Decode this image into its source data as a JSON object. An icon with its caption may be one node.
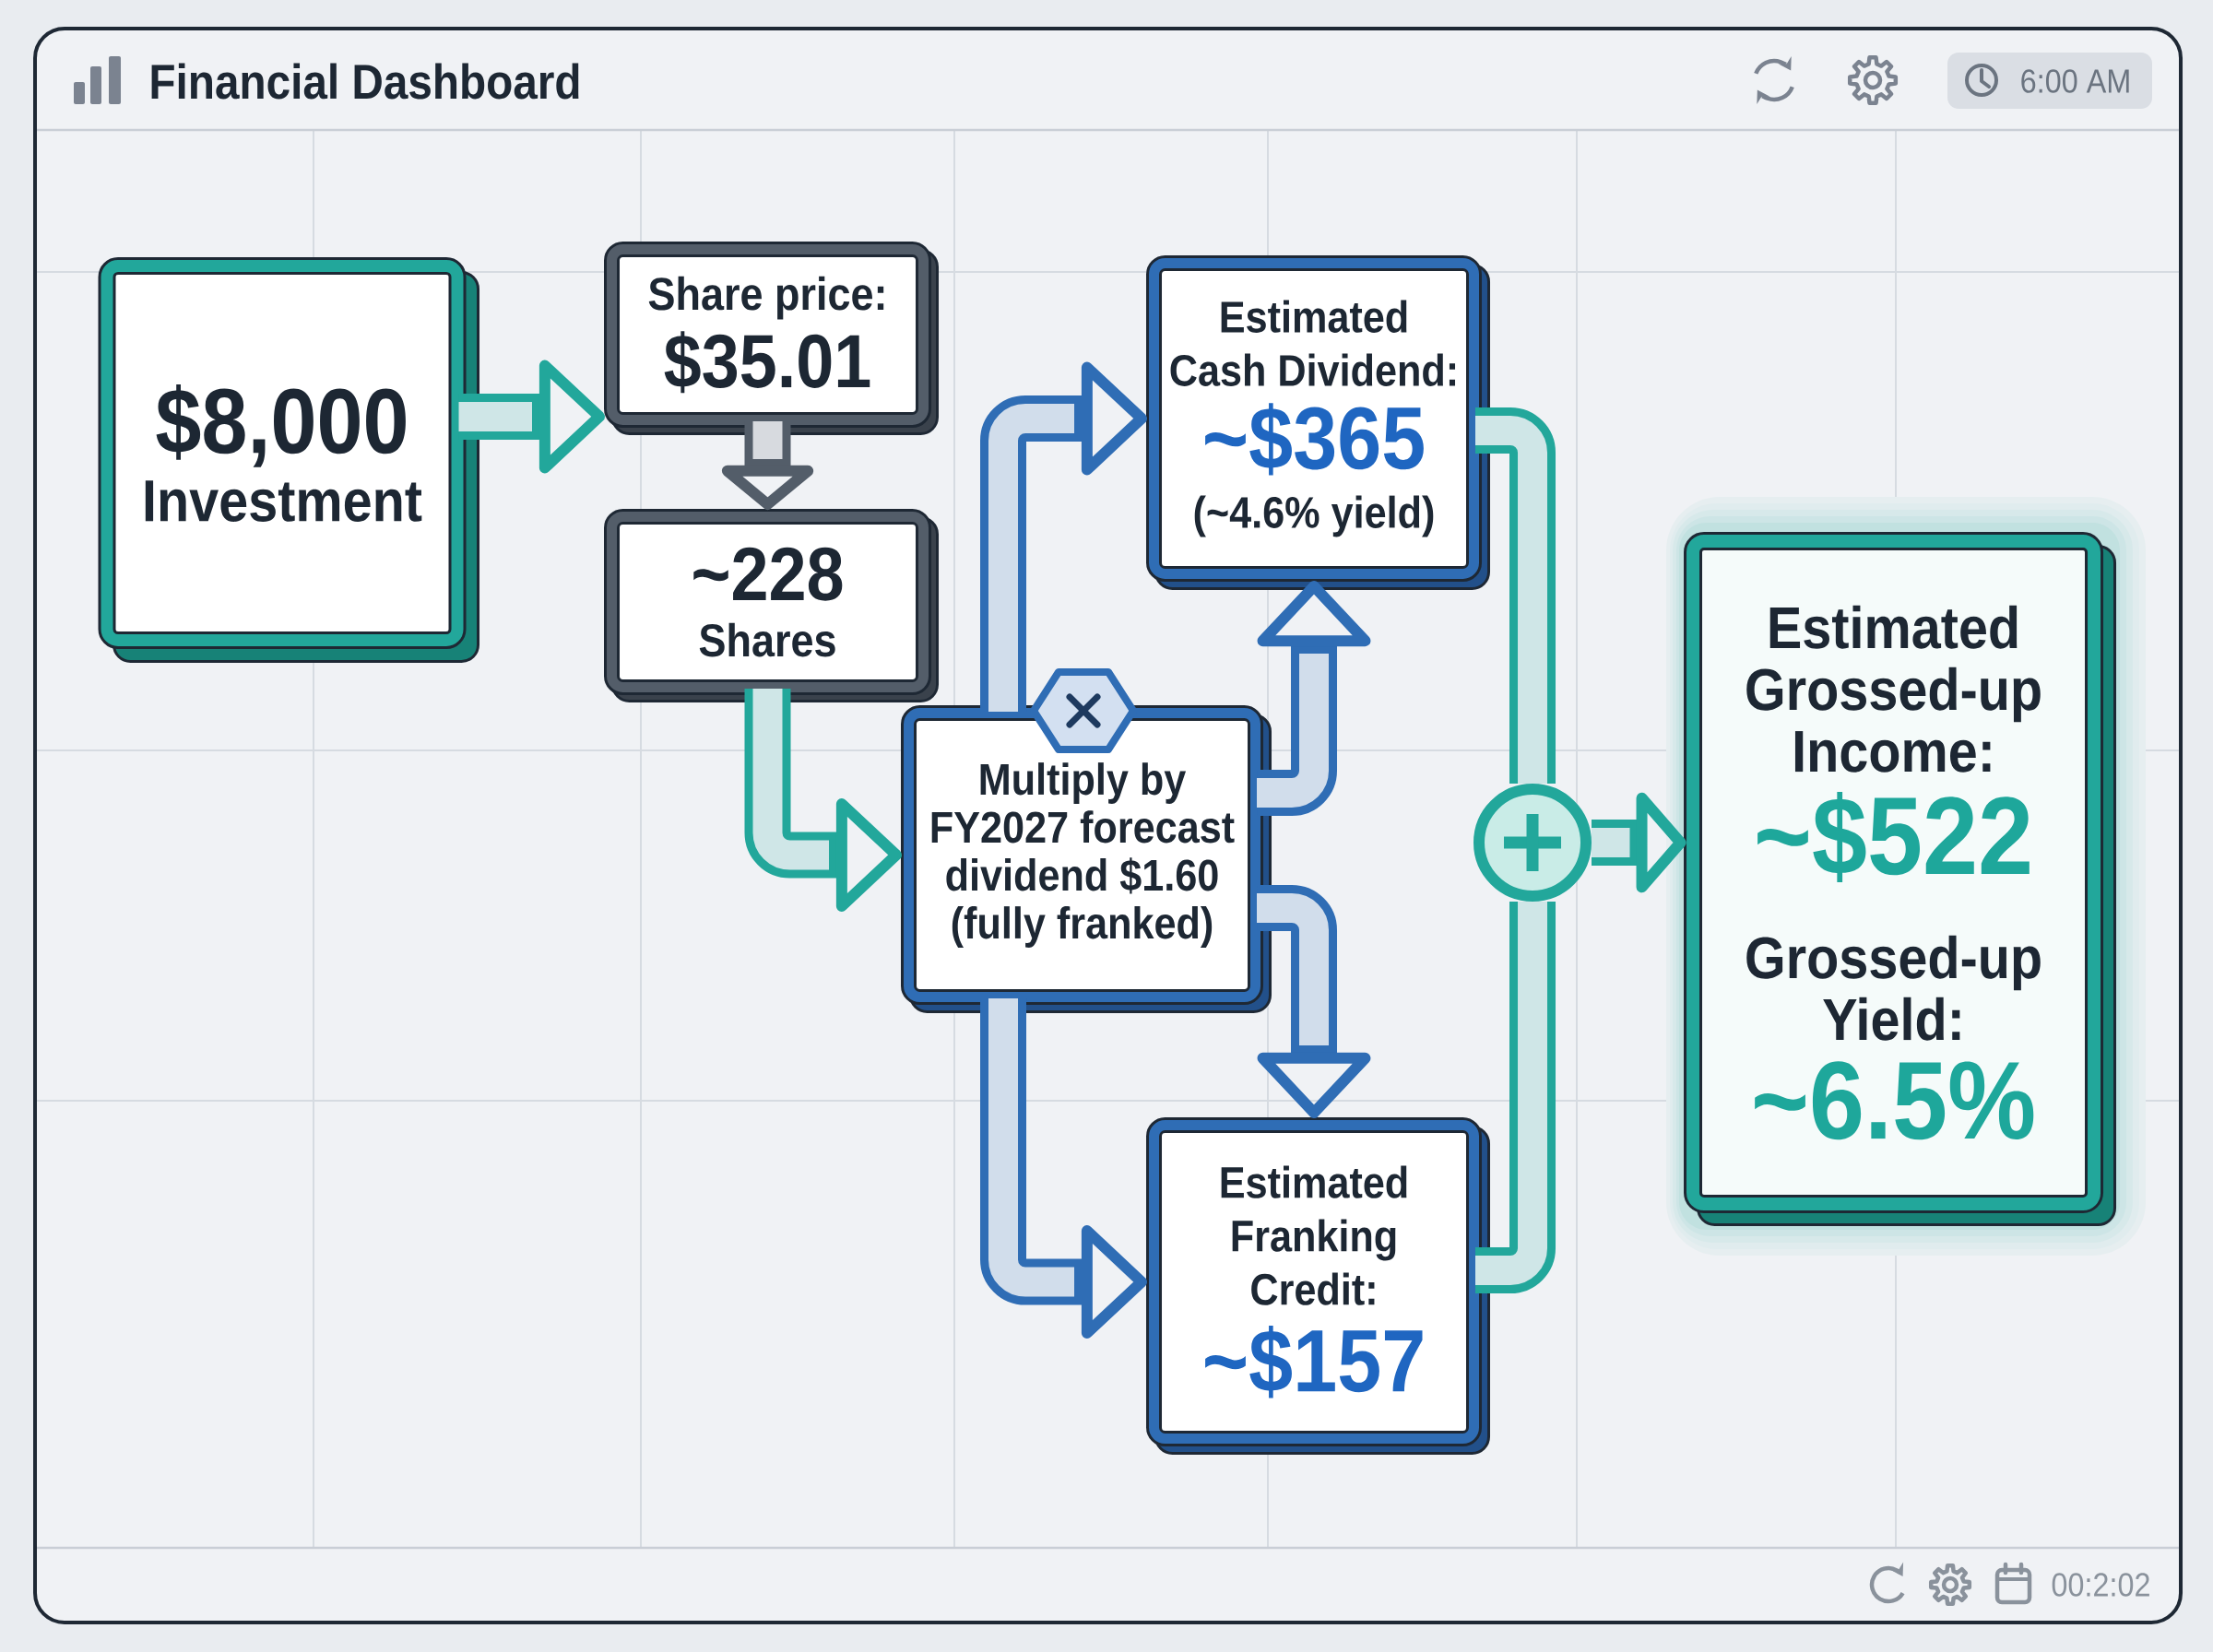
{
  "diagram": {
    "title": "Financial Dashboard",
    "nodes": [
      {
        "text": [
          "$8,000",
          "Investment"
        ]
      },
      {
        "text": [
          "Share price:",
          "$35.01"
        ]
      },
      {
        "text": [
          "~228",
          "Shares"
        ]
      },
      {
        "text": [
          "Multiply by FY2027 forecast dividend $1.60 (fully franked)"
        ]
      },
      {
        "text": [
          "Estimated Cash Dividend:",
          "~$365",
          "(~4.6% yield)"
        ]
      },
      {
        "text": [
          "Estimated Franking Credit:",
          "~$157"
        ]
      },
      {
        "text": [],
        "shape": "circle"
      },
      {
        "text": [
          "Estimated Grossed-up Income:",
          "~$522",
          "Grossed-up Yield:",
          "~6.5%"
        ]
      }
    ],
    "edges": [
      {
        "from": 0,
        "to": 1,
        "arrow": "to"
      },
      {
        "from": 1,
        "to": 2,
        "arrow": "to",
        "color": "#535d69"
      },
      {
        "from": 2,
        "to": 3,
        "arrow": "to"
      },
      {
        "from": 3,
        "to": 4,
        "arrow": "to",
        "color": "#2f6db5"
      },
      {
        "from": 3,
        "to": 4,
        "arrow": "to",
        "color": "#2f6db5"
      },
      {
        "from": 3,
        "to": 5,
        "arrow": "to",
        "color": "#2f6db5"
      },
      {
        "from": 3,
        "to": 5,
        "arrow": "to",
        "color": "#2f6db5"
      },
      {
        "from": 4,
        "to": 6,
        "arrow": "none"
      },
      {
        "from": 5,
        "to": 6,
        "arrow": "none"
      },
      {
        "from": 6,
        "to": 7,
        "arrow": "to"
      }
    ],
    "labels": [
      "6:00 AM",
      "00:2:02"
    ]
  }
}
